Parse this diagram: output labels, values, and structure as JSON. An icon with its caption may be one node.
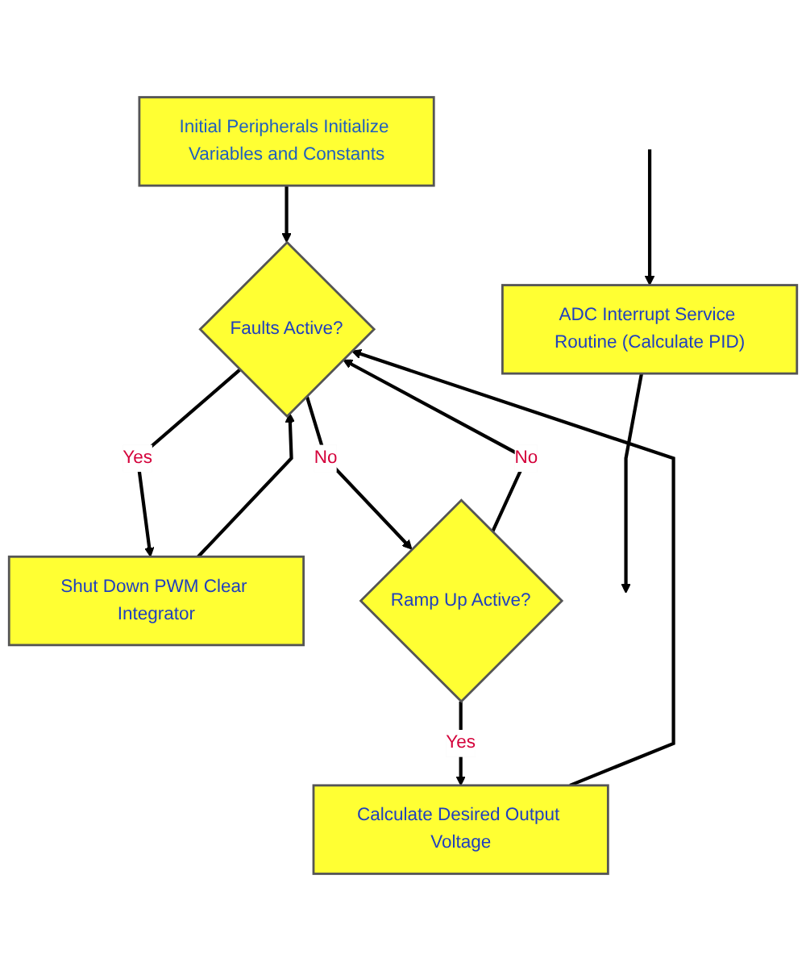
{
  "diagram": {
    "nodes": [
      {
        "text": [
          "Initial Peripherals Initialize Variables and Constants"
        ]
      },
      {
        "text": [
          "Faults Active?"
        ]
      },
      {
        "text": [
          "Shut Down PWM Clear Integrator"
        ]
      },
      {
        "text": [
          "Ramp Up Active?"
        ]
      },
      {
        "text": [
          "Calculate Desired Output Voltage"
        ]
      },
      {
        "text": [
          "ADC Interrupt Service Routine (Calculate PID)"
        ]
      }
    ],
    "edges": [
      {
        "from": 0,
        "to": 1,
        "arrow": "to"
      },
      {
        "from": 1,
        "to": 2,
        "arrow": "to",
        "label": "Yes"
      },
      {
        "from": 2,
        "to": 1,
        "arrow": "to"
      },
      {
        "from": 1,
        "to": 3,
        "arrow": "to",
        "label": "No"
      },
      {
        "from": 3,
        "to": 1,
        "arrow": "to",
        "label": "No"
      },
      {
        "from": 3,
        "to": 4,
        "arrow": "to",
        "label": "Yes"
      },
      {
        "from": 4,
        "to": 1,
        "arrow": "to"
      },
      {
        "from": null,
        "to": 5,
        "arrow": "to"
      },
      {
        "from": 5,
        "to": null,
        "arrow": "to"
      }
    ]
  }
}
